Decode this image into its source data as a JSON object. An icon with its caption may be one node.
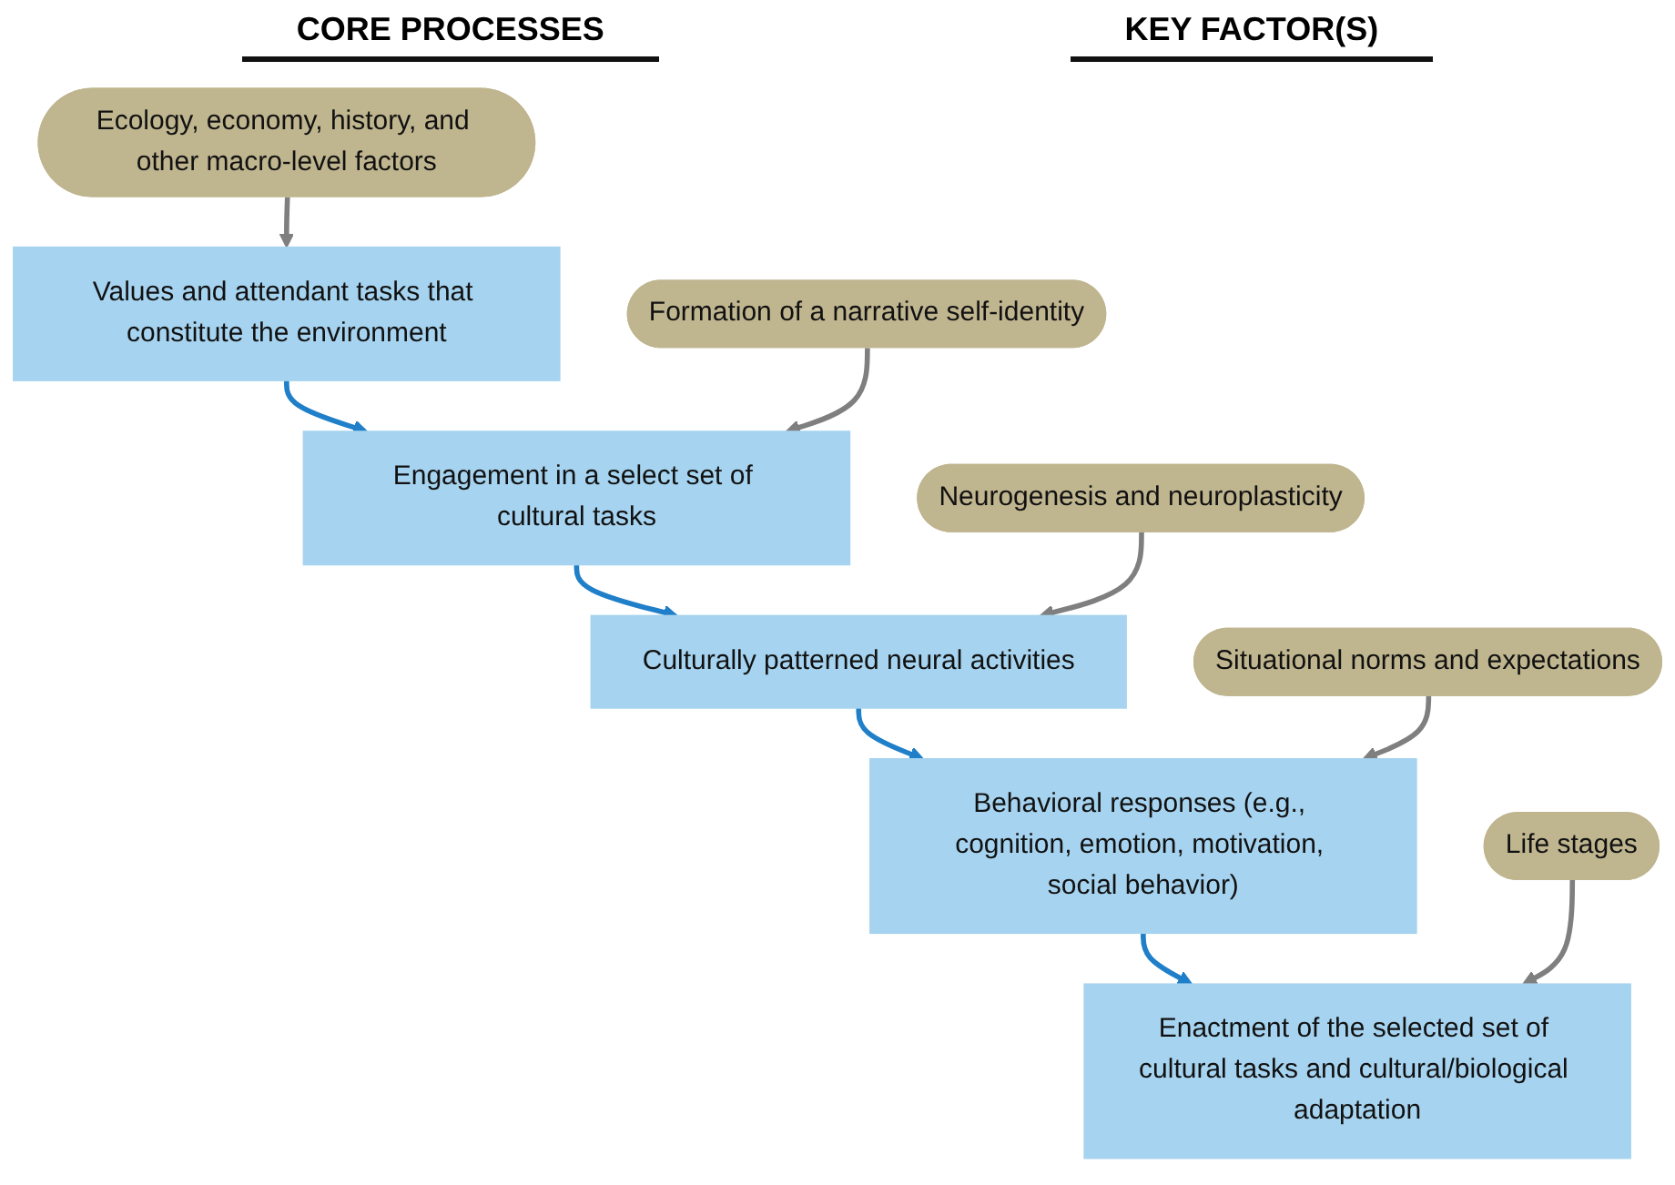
{
  "diagram": {
    "nodes": [
      {
        "text": [
          "Values and attendant tasks that constitute the environment"
        ]
      },
      {
        "text": [
          "Engagement in a select set of cultural tasks"
        ]
      },
      {
        "text": [
          "Culturally patterned neural activities"
        ]
      },
      {
        "text": [
          "Behavioral responses (e.g., cognition, emotion, motivation, social behavior)"
        ]
      },
      {
        "text": [
          "Enactment of the selected set of cultural tasks and cultural/biological adaptation"
        ]
      },
      {
        "text": [
          "Ecology, economy, history, and other macro-level factors"
        ]
      },
      {
        "text": [
          "Formation of a narrative self-identity"
        ]
      },
      {
        "text": [
          "Neurogenesis and neuroplasticity"
        ]
      },
      {
        "text": [
          "Situational norms and expectations"
        ]
      },
      {
        "text": [
          "Life stages"
        ]
      }
    ],
    "edges": [
      {
        "from": 0,
        "to": 1,
        "arrow": "to",
        "color": "#1f7fc8"
      },
      {
        "from": 1,
        "to": 2,
        "arrow": "to",
        "color": "#1f7fc8"
      },
      {
        "from": 2,
        "to": 3,
        "arrow": "to",
        "color": "#1f7fc8"
      },
      {
        "from": 3,
        "to": 4,
        "arrow": "to",
        "color": "#1f7fc8"
      },
      {
        "from": 5,
        "to": 0,
        "arrow": "to"
      },
      {
        "from": 6,
        "to": 1,
        "arrow": "to"
      },
      {
        "from": 7,
        "to": 2,
        "arrow": "to"
      },
      {
        "from": 8,
        "to": 3,
        "arrow": "to"
      },
      {
        "from": 9,
        "to": 4,
        "arrow": "to"
      }
    ],
    "labels": [
      "CORE PROCESSES",
      "KEY FACTOR(S)"
    ]
  }
}
